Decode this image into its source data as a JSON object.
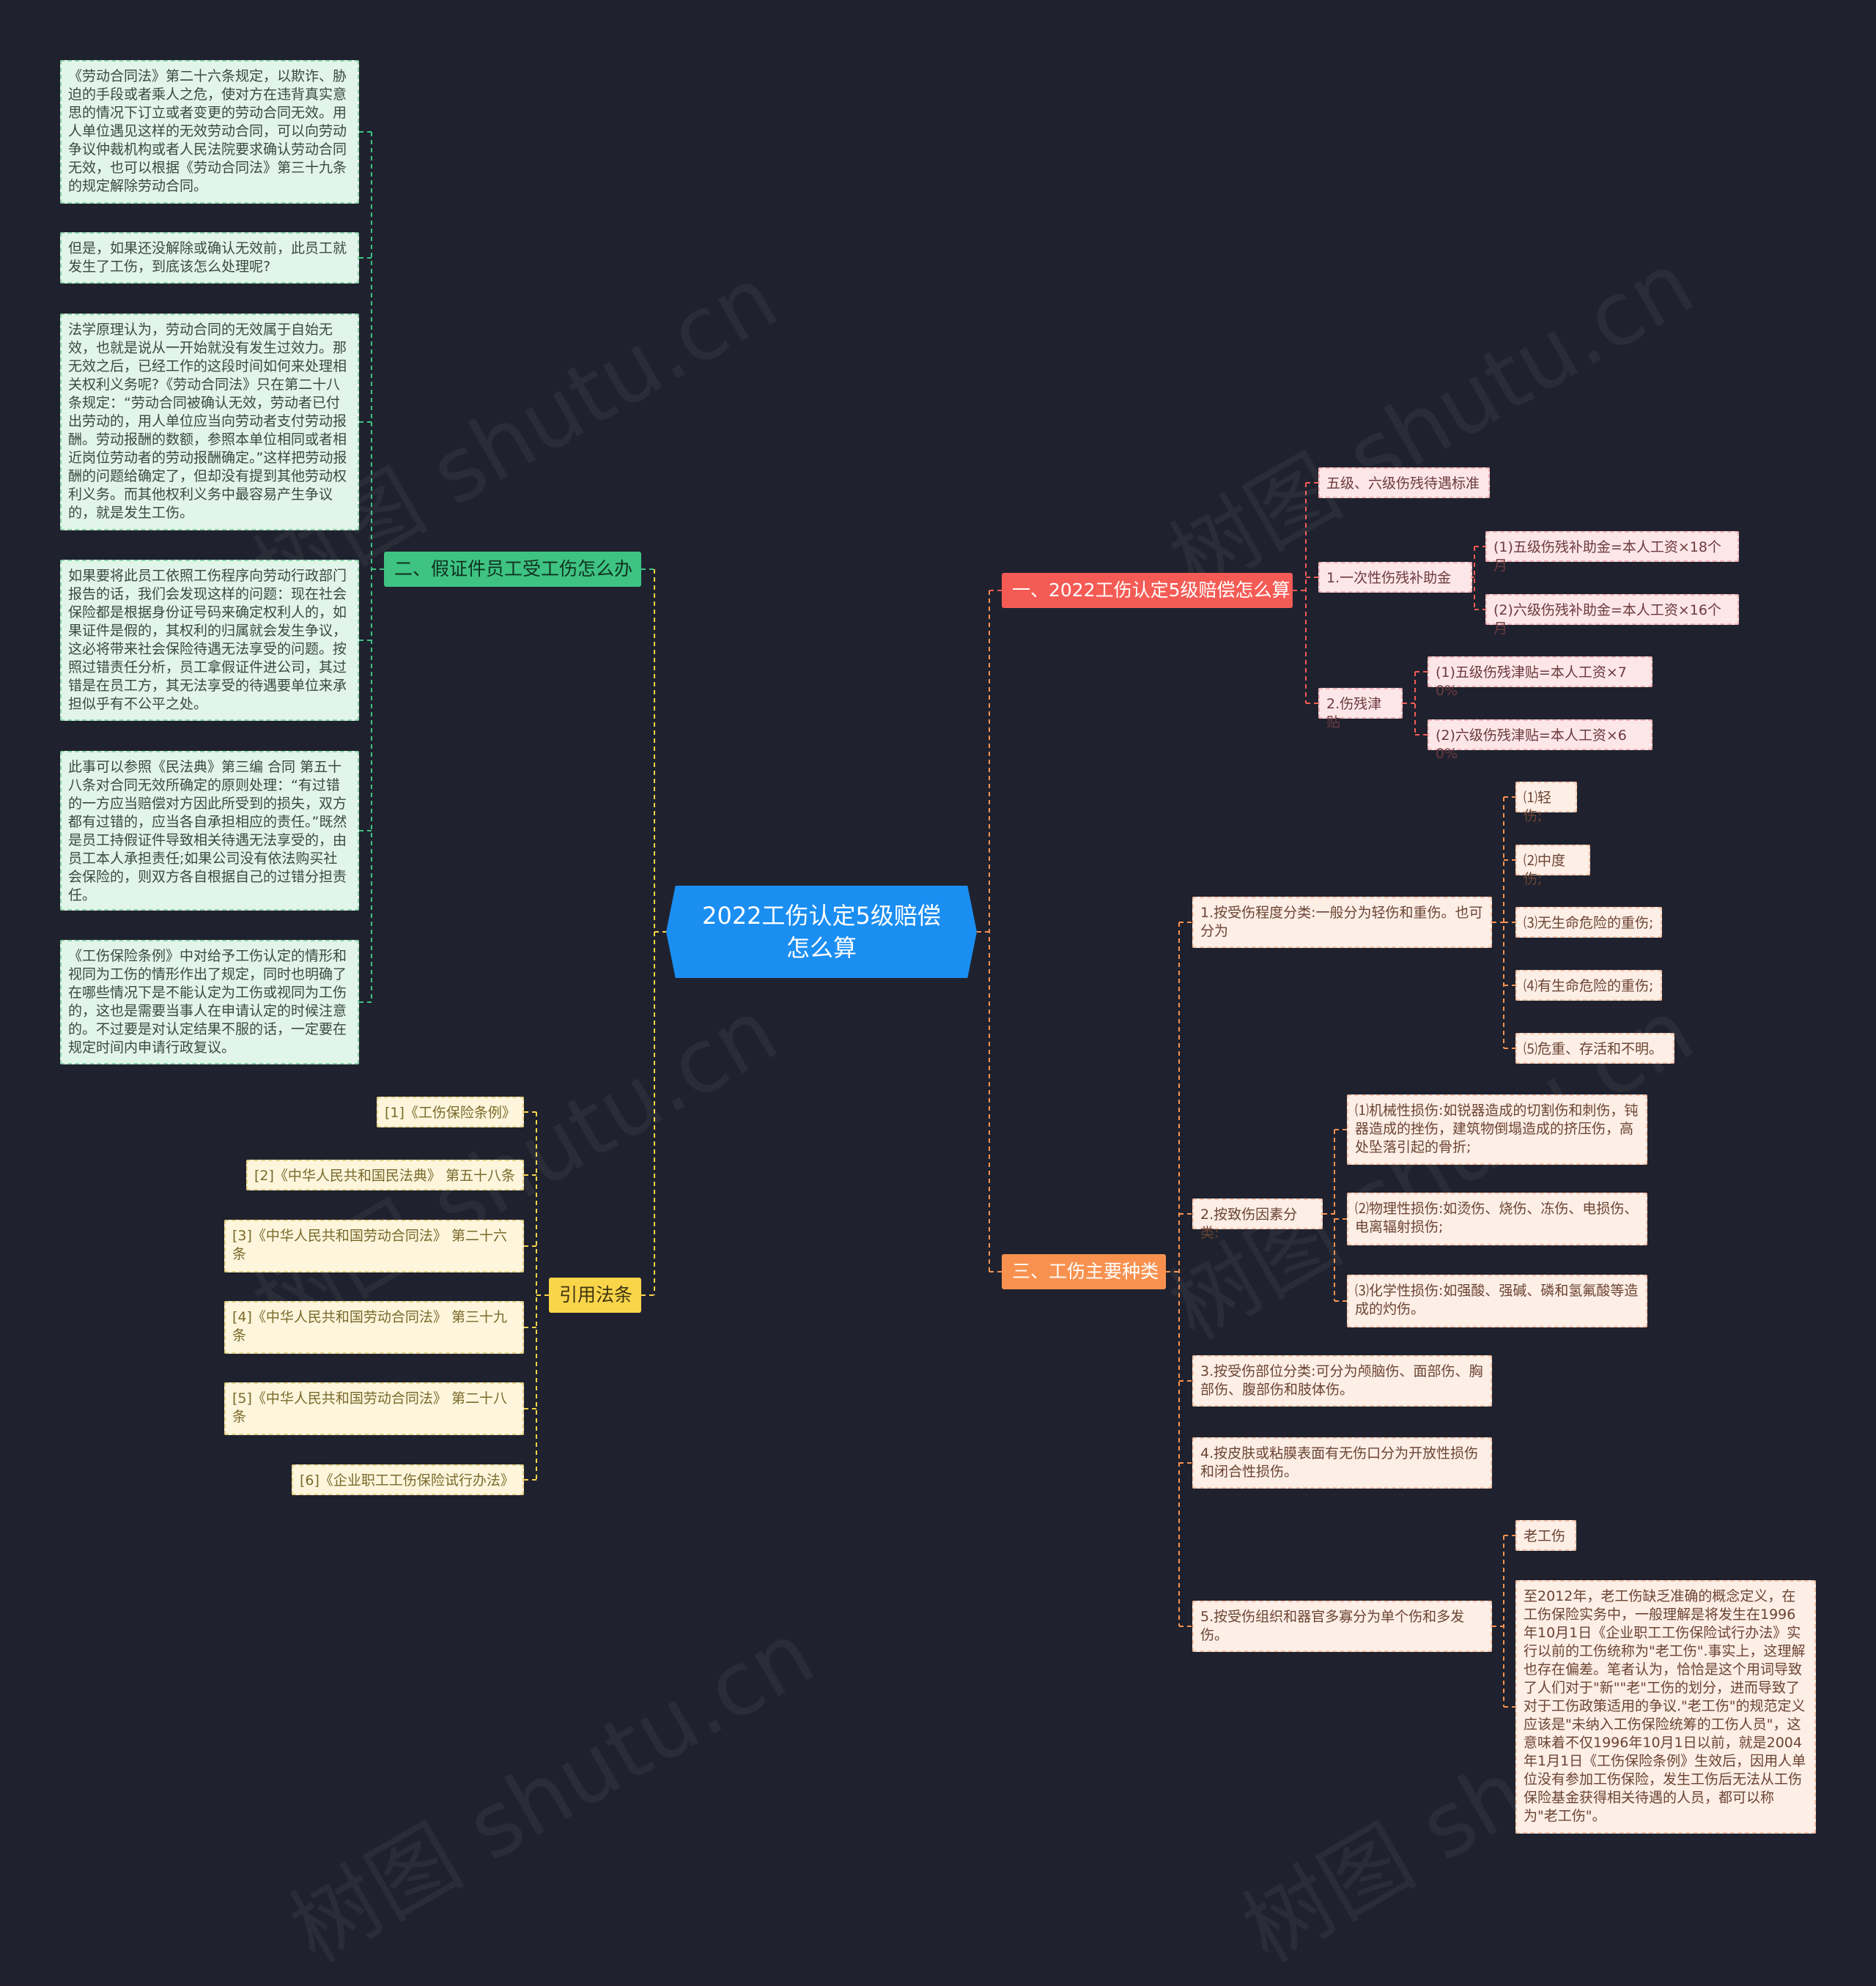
{
  "root": {
    "title": "2022工伤认定5级赔偿怎么算"
  },
  "branches": {
    "fake_id": {
      "label": "二、假证件员工受工伤怎么办",
      "items": [
        "《劳动合同法》第二十六条规定，以欺诈、胁迫的手段或者乘人之危，使对方在违背真实意思的情况下订立或者变更的劳动合同无效。用人单位遇见这样的无效劳动合同，可以向劳动争议仲裁机构或者人民法院要求确认劳动合同无效，也可以根据《劳动合同法》第三十九条的规定解除劳动合同。",
        "但是，如果还没解除或确认无效前，此员工就发生了工伤，到底该怎么处理呢?",
        "法学原理认为，劳动合同的无效属于自始无效，也就是说从一开始就没有发生过效力。那无效之后，已经工作的这段时间如何来处理相关权利义务呢?《劳动合同法》只在第二十八条规定：“劳动合同被确认无效，劳动者已付出劳动的，用人单位应当向劳动者支付劳动报酬。劳动报酬的数额，参照本单位相同或者相近岗位劳动者的劳动报酬确定。”这样把劳动报酬的问题给确定了，但却没有提到其他劳动权利义务。而其他权利义务中最容易产生争议的，就是发生工伤。",
        "如果要将此员工依照工伤程序向劳动行政部门报告的话，我们会发现这样的问题：现在社会保险都是根据身份证号码来确定权利人的，如果证件是假的，其权利的归属就会发生争议，这必将带来社会保险待遇无法享受的问题。按照过错责任分析，员工拿假证件进公司，其过错是在员工方，其无法享受的待遇要单位来承担似乎有不公平之处。",
        "此事可以参照《民法典》第三编 合同 第五十八条对合同无效所确定的原则处理：“有过错的一方应当赔偿对方因此所受到的损失，双方都有过错的，应当各自承担相应的责任。”既然是员工持假证件导致相关待遇无法享受的，由员工本人承担责任;如果公司没有依法购买社会保险的，则双方各自根据自己的过错分担责任。",
        "《工伤保险条例》中对给予工伤认定的情形和视同为工伤的情形作出了规定，同时也明确了在哪些情况下是不能认定为工伤或视同为工伤的，这也是需要当事人在申请认定的时候注意的。不过要是对认定结果不服的话，一定要在规定时间内申请行政复议。"
      ]
    },
    "laws": {
      "label": "引用法条",
      "items": [
        "[1]《工伤保险条例》",
        "[2]《中华人民共和国民法典》 第五十八条",
        "[3]《中华人民共和国劳动合同法》 第二十六条",
        "[4]《中华人民共和国劳动合同法》 第三十九条",
        "[5]《中华人民共和国劳动合同法》 第二十八条",
        "[6]《企业职工工伤保险试行办法》"
      ]
    },
    "compensation": {
      "label": "一、2022工伤认定5级赔偿怎么算",
      "standard": "五级、六级伤残待遇标准",
      "lump_sum": {
        "label": "1.一次性伤残补助金",
        "items": [
          "(1)五级伤残补助金=本人工资×18个月",
          "(2)六级伤残补助金=本人工资×16个月"
        ]
      },
      "allowance": {
        "label": "2.伤残津贴",
        "items": [
          "(1)五级伤残津贴=本人工资×70%",
          "(2)六级伤残津贴=本人工资×60%"
        ]
      }
    },
    "types": {
      "label": "三、工伤主要种类",
      "degree": {
        "label": "1.按受伤程度分类:一般分为轻伤和重伤。也可分为",
        "items": [
          "⑴轻伤;",
          "⑵中度伤;",
          "⑶无生命危险的重伤;",
          "⑷有生命危险的重伤;",
          "⑸危重、存活和不明。"
        ]
      },
      "cause": {
        "label": "2.按致伤因素分类:",
        "items": [
          "⑴机械性损伤:如锐器造成的切割伤和刺伤，钝器造成的挫伤，建筑物倒塌造成的挤压伤，高处坠落引起的骨折;",
          "⑵物理性损伤:如烫伤、烧伤、冻伤、电损伤、电离辐射损伤;",
          "⑶化学性损伤:如强酸、强碱、磷和氢氟酸等造成的灼伤。"
        ]
      },
      "site": "3.按受伤部位分类:可分为颅脑伤、面部伤、胸部伤、腹部伤和肢体伤。",
      "wound": "4.按皮肤或粘膜表面有无伤口分为开放性损伤和闭合性损伤。",
      "organ": {
        "label": "5.按受伤组织和器官多寡分为单个伤和多发伤。",
        "items": [
          "老工伤",
          "至2012年，老工伤缺乏准确的概念定义，在工伤保险实务中，一般理解是将发生在1996年10月1日《企业职工工伤保险试行办法》实行以前的工伤统称为\"老工伤\".事实上，这理解也存在偏差。笔者认为，恰恰是这个用词导致了人们对于\"新\"\"老\"工伤的划分，进而导致了对于工伤政策适用的争议.\"老工伤\"的规范定义应该是\"未纳入工伤保险统筹的工伤人员\"，这意味着不仅1996年10月1日以前，就是2004年1月1日《工伤保险条例》生效后，因用人单位没有参加工伤保险，发生工伤后无法从工伤保险基金获得相关待遇的人员，都可以称为\"老工伤\"。"
        ]
      }
    }
  },
  "colors": {
    "background": "#1f222e",
    "root": "#1b8ef2",
    "green": "#3ec383",
    "yellow": "#f9d54a",
    "red": "#f45b55",
    "orange": "#f8914f"
  }
}
